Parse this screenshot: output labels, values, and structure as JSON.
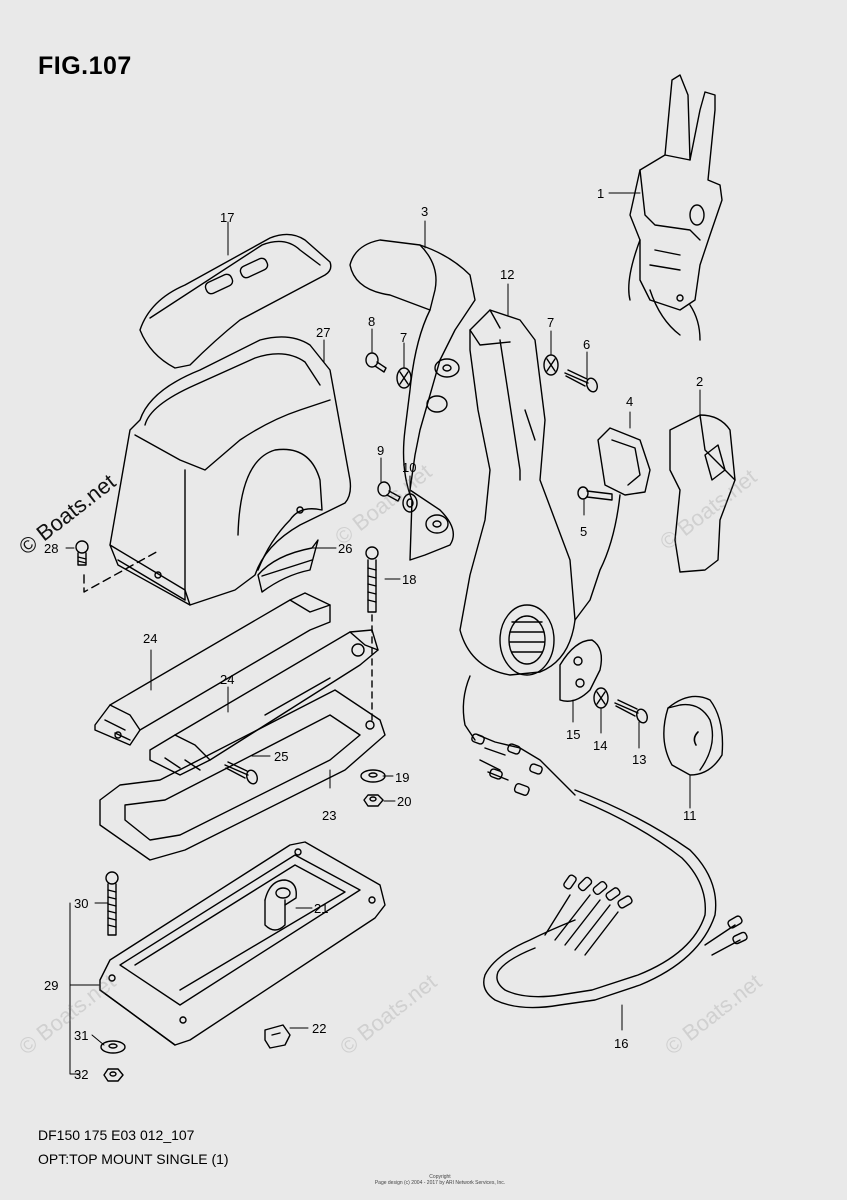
{
  "figure": {
    "title": "FIG.107",
    "code": "DF150 175 E03 012_107",
    "description": "OPT:TOP MOUNT SINGLE (1)",
    "copyright_line1": "Copyright",
    "copyright_line2": "Page design (c) 2004 - 2017 by ARI Network Services, Inc."
  },
  "watermarks": {
    "main": "© Boats.net",
    "faint": "© Boats.net"
  },
  "callouts": [
    "1",
    "2",
    "3",
    "4",
    "5",
    "6",
    "7",
    "7",
    "8",
    "9",
    "10",
    "11",
    "12",
    "13",
    "14",
    "15",
    "16",
    "17",
    "18",
    "19",
    "20",
    "21",
    "22",
    "23",
    "24",
    "24",
    "25",
    "26",
    "27",
    "28",
    "29",
    "30",
    "31",
    "32"
  ],
  "colors": {
    "background": "#e9e9e9",
    "line": "#000000",
    "watermark": "#bdbdbd"
  }
}
